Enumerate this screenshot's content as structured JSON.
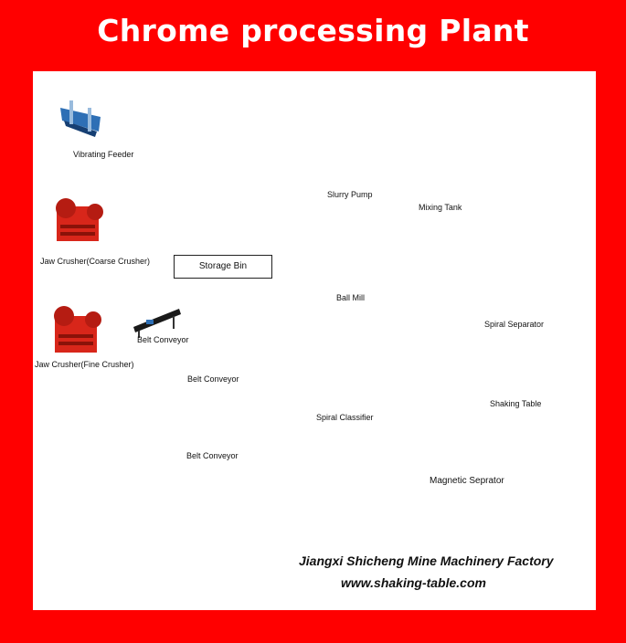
{
  "title": "Chrome processing Plant",
  "colors": {
    "frame": "#ff0000",
    "panel": "#ffffff",
    "machine_red": "#d8261a",
    "machine_blue": "#1f5fa8",
    "machine_green": "#3c8f3c"
  },
  "nodes": {
    "vibrating_feeder": "Vibrating Feeder",
    "jaw_coarse": "Jaw Crusher(Coarse Crusher)",
    "jaw_fine": "Jaw Crusher(Fine Crusher)",
    "belt_conveyor_1": "Belt Conveyor",
    "storage_bin": "Storage Bin",
    "belt_conveyor_2": "Belt Conveyor",
    "belt_conveyor_3": "Belt Conveyor",
    "slurry_pump": "Slurry Pump",
    "mixing_tank": "Mixing Tank",
    "ball_mill": "Ball Mill",
    "spiral_classifier": "Spiral Classifier",
    "spiral_separator": "Spiral Separator",
    "shaking_table": "Shaking Table",
    "magnetic_separator": "Magnetic Seprator"
  },
  "footer": {
    "company": "Jiangxi Shicheng Mine Machinery Factory",
    "website": "www.shaking-table.com",
    "logo_icon": "company-logo-icon"
  }
}
